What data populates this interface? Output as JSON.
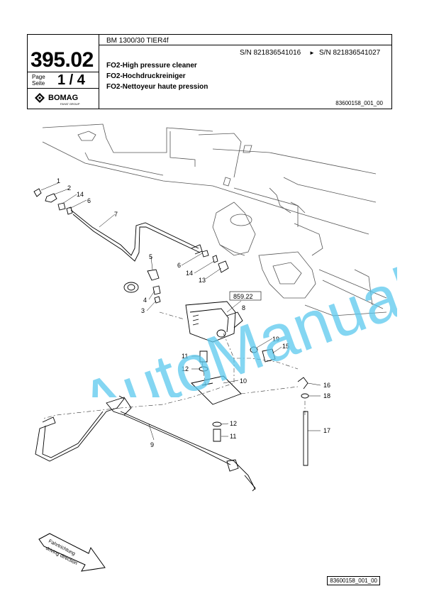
{
  "header": {
    "page_number": "395.02",
    "page_label": "Page",
    "seite_label": "Seite",
    "page_count": "1 / 4",
    "model": "BM 1300/30 TIER4f",
    "sn_from": "S/N 821836541016",
    "sn_arrow": "►",
    "sn_to": "S/N 821836541027",
    "title_en": "FO2-High pressure cleaner",
    "title_de": "FO2-Hochdruckreiniger",
    "title_fr": "FO2-Nettoyeur haute pression",
    "doc_number": "83600158_001_00",
    "logo_text": "BOMAG",
    "logo_sub": "FAYAT GROUP"
  },
  "drawing": {
    "callouts": [
      "1",
      "2",
      "14",
      "6",
      "7",
      "5",
      "6",
      "14",
      "13",
      "4",
      "3",
      "859.22",
      "8",
      "19",
      "15",
      "11",
      "12",
      "10",
      "16",
      "18",
      "12",
      "11",
      "17",
      "9"
    ],
    "direction_de": "Fahrtrichtung",
    "direction_en": "driving direction"
  },
  "watermark": {
    "text": "AutoManual",
    "color": "#5bc8ee"
  },
  "footer": {
    "ref": "83600158_001_00"
  }
}
